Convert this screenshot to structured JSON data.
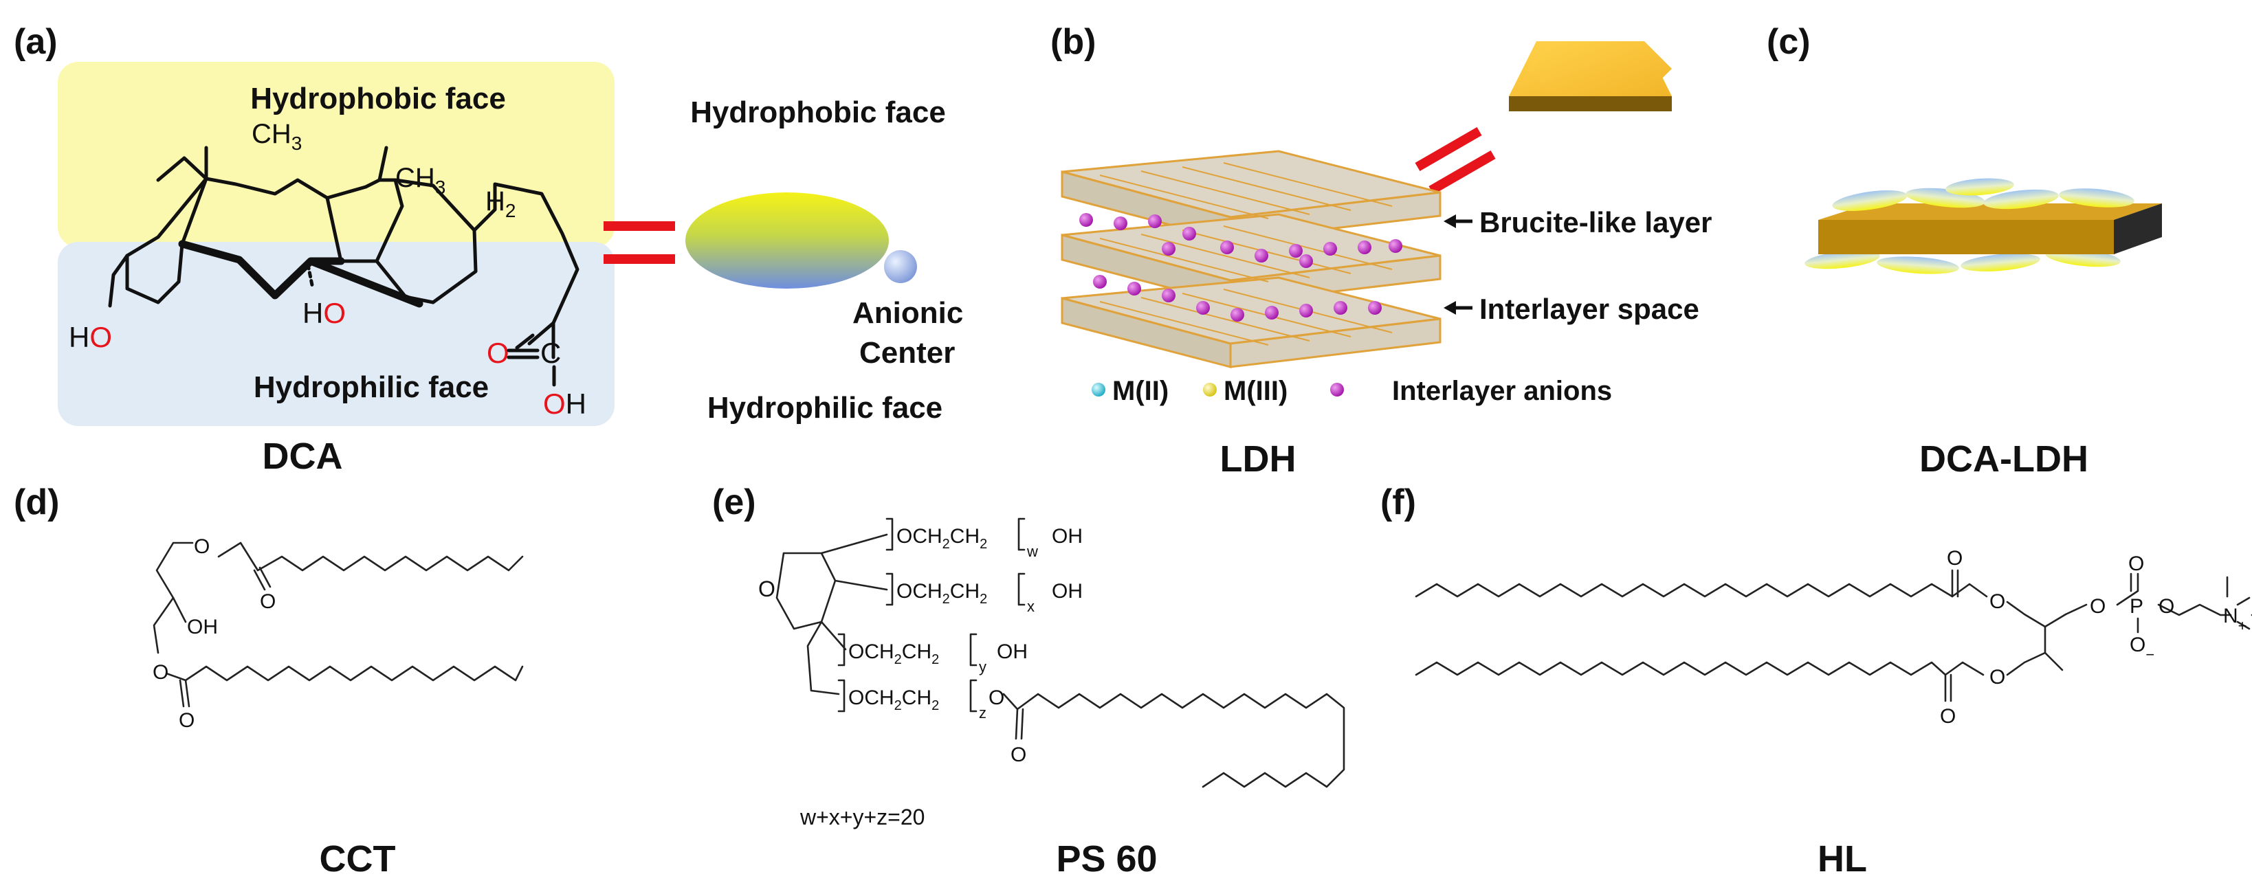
{
  "panels": {
    "a": {
      "label": "(a)",
      "hydrophobic_face": "Hydrophobic face",
      "hydrophilic_face": "Hydrophilic face",
      "ch3_1": "CH",
      "ch3_1_sub": "3",
      "ch3_2": "CH",
      "ch3_2_sub": "3",
      "h2": "H",
      "h2_sub": "2",
      "ho": "H",
      "ho_o": "O",
      "oh_h": "H",
      "oh_o": "O",
      "acid_o": "O",
      "acid_c": "C",
      "acid_oh_o": "O",
      "acid_oh_h": "H",
      "name": "DCA",
      "cartoon_top": "Hydrophobic face",
      "cartoon_anionic": "Anionic",
      "cartoon_center": "Center",
      "cartoon_bottom": "Hydrophilic face",
      "colors": {
        "hydrophobic_bg": "#fbf8b0",
        "hydrophilic_bg": "#e1ebf5",
        "equals": "#e8141b"
      }
    },
    "b": {
      "label": "(b)",
      "brucite_layer": "Brucite-like layer",
      "interlayer_space": "Interlayer space",
      "legend_m2": "M(II)",
      "legend_m3": "M(III)",
      "legend_anions": "Interlayer anions",
      "name": "LDH",
      "colors": {
        "m2": "#2fc4d8",
        "m3": "#f4e21a",
        "anion": "#b41ab4",
        "octahedra": "#ddd6c6",
        "edges": "#e0a23a"
      }
    },
    "c": {
      "label": "(c)",
      "name": "DCA-LDH",
      "colors": {
        "plate": "#c98f0e",
        "plate_top": "#b8860b"
      }
    },
    "d": {
      "label": "(d)",
      "oh": "OH",
      "o1": "O",
      "o2": "O",
      "o3": "O",
      "o4": "O",
      "name": "CCT"
    },
    "e": {
      "label": "(e)",
      "ring_o": "O",
      "chain_w": "OCH",
      "chain_w2": "CH",
      "sub_w": "w",
      "chain_x": "OCH",
      "chain_x2": "CH",
      "sub_x": "x",
      "chain_y": "OCH",
      "chain_y2": "CH",
      "sub_y": "y",
      "chain_z": "OCH",
      "chain_z2": "CH",
      "sub_z": "z",
      "sub_2": "2",
      "oh": "OH",
      "ester_o": "O",
      "carbonyl_o": "O",
      "formula": "w+x+y+z=20",
      "name": "PS 60"
    },
    "f": {
      "label": "(f)",
      "o_top": "O",
      "o_bottom": "O",
      "o_link1": "O",
      "o_link2": "O",
      "o_p1": "O",
      "p": "P",
      "o_p2": "O",
      "o_minus": "O",
      "minus": "−",
      "n": "N",
      "plus": "+",
      "name": "HL"
    }
  }
}
